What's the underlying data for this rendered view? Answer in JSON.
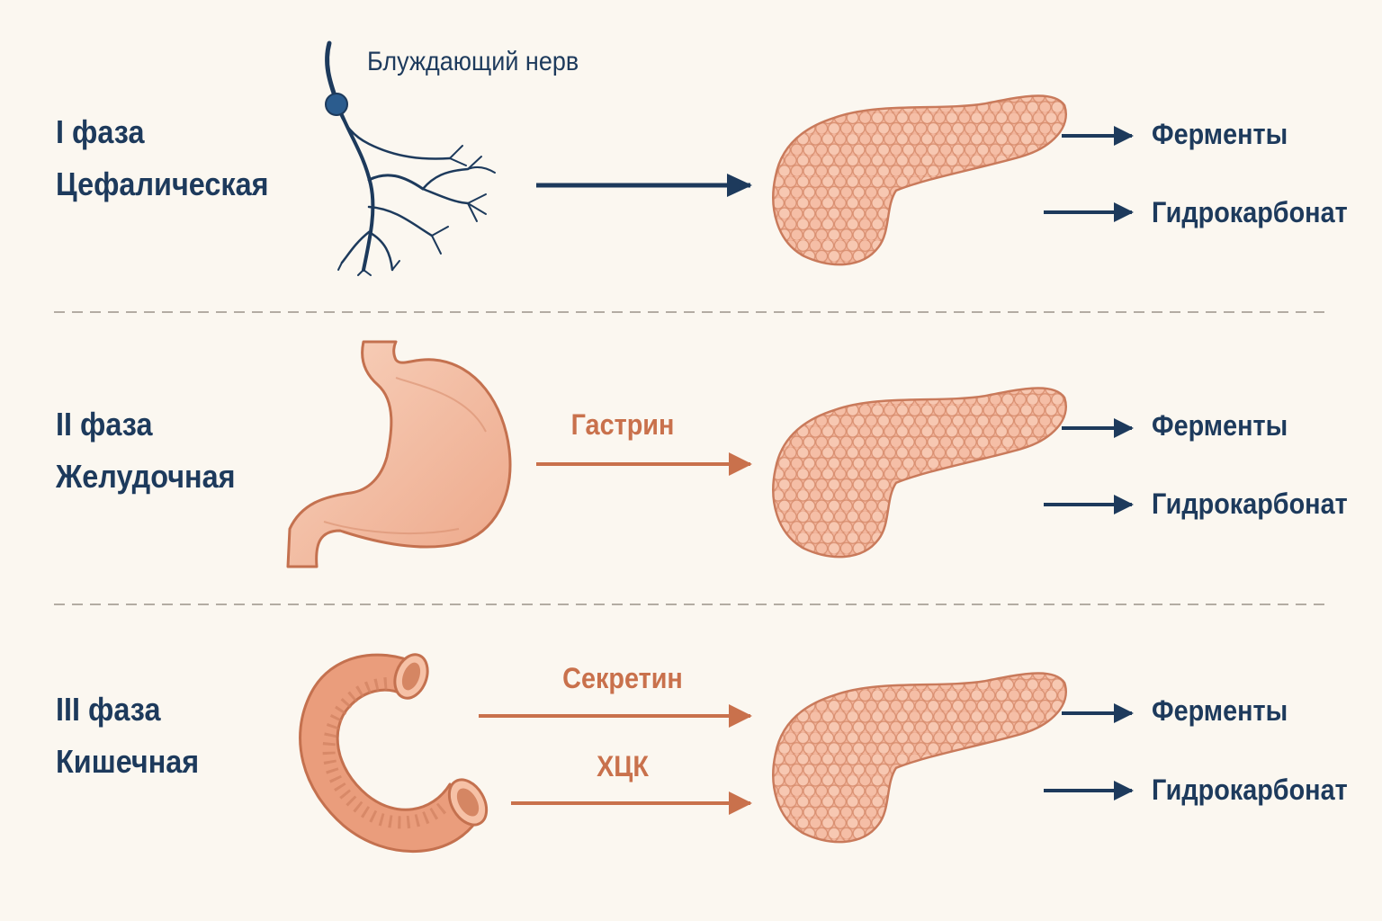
{
  "colors": {
    "background": "#fbf7f0",
    "nerve_blue": "#1d3a5c",
    "hormone_orange": "#c9714c",
    "organ_fill": "#f2b59c",
    "organ_outline": "#c4714f",
    "divider": "#b3aca3"
  },
  "phases": [
    {
      "number_label": "I фаза",
      "name": "Цефалическая",
      "stimulus_source": "vagus-nerve",
      "source_label": "Блуждающий нерв",
      "signals": [],
      "arrow_color": "nerve_blue",
      "outputs": [
        "Ферменты",
        "Гидрокарбонат"
      ]
    },
    {
      "number_label": "II фаза",
      "name": "Желудочная",
      "stimulus_source": "stomach",
      "signals": [
        "Гастрин"
      ],
      "arrow_color": "hormone_orange",
      "outputs": [
        "Ферменты",
        "Гидрокарбонат"
      ]
    },
    {
      "number_label": "III фаза",
      "name": "Кишечная",
      "stimulus_source": "duodenum",
      "signals": [
        "Секретин",
        "ХЦК"
      ],
      "arrow_color": "hormone_orange",
      "outputs": [
        "Ферменты",
        "Гидрокарбонат"
      ]
    }
  ],
  "target_organ": "pancreas"
}
